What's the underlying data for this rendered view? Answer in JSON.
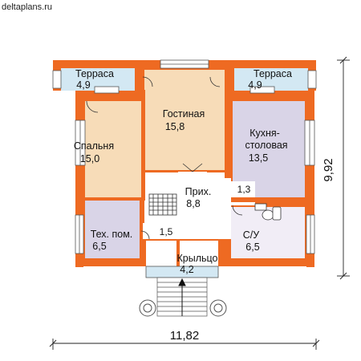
{
  "site": {
    "name": "deltaplans.ru"
  },
  "colors": {
    "wall": "#ee6a22",
    "wall_dark": "#c8501a",
    "bedroom": "#f7dcb8",
    "living": "#f7dcb8",
    "kitchen": "#d9d4e7",
    "tech": "#d9d4e7",
    "bath": "#f1edf6",
    "hall": "#ffffff",
    "terrace": "#d3e8f3",
    "porch": "#d3e8f3",
    "window": "#ffffff",
    "line": "#333333"
  },
  "rooms": {
    "terrace_left": {
      "name": "Терраса",
      "area": "4,9"
    },
    "terrace_right": {
      "name": "Терраса",
      "area": "4,9"
    },
    "living": {
      "name": "Гостиная",
      "area": "15,8"
    },
    "bedroom": {
      "name": "Спальня",
      "area": "15,0"
    },
    "kitchen": {
      "name_line1": "Кухня-",
      "name_line2": "столовая",
      "area": "13,5"
    },
    "hall": {
      "name": "Прих.",
      "area": "8,8"
    },
    "tech": {
      "name": "Тех. пом.",
      "area": "6,5"
    },
    "bath": {
      "name": "С/У",
      "area": "6,5"
    },
    "porch": {
      "name": "Крыльцо",
      "area": "4,2"
    },
    "closet_a": {
      "area": "1,5"
    },
    "closet_b": {
      "area": "1,3"
    }
  },
  "dimensions": {
    "width": "11,82",
    "depth": "9,92"
  },
  "icons": [
    "stairs-icon",
    "toilet-icon",
    "sink-icon",
    "bathtub-icon",
    "entry-arrow-icon"
  ]
}
